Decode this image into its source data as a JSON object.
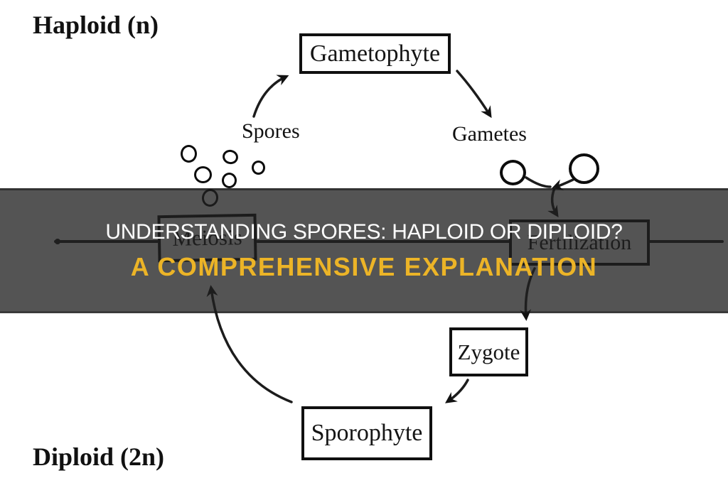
{
  "diagram": {
    "phase_labels": {
      "haploid": "Haploid (n)",
      "diploid": "Diploid (2n)"
    },
    "nodes": {
      "gametophyte": "Gametophyte",
      "meiosis": "Meiosis",
      "fertilization": "Fertilization",
      "zygote": "Zygote",
      "sporophyte": "Sporophyte"
    },
    "flow_labels": {
      "spores": "Spores",
      "gametes": "Gametes"
    },
    "spore_count": 6,
    "gamete_count": 2,
    "ink_color": "#111111"
  },
  "banner": {
    "title": "UNDERSTANDING SPORES: HAPLOID OR DIPLOID?",
    "subtitle": "A COMPREHENSIVE EXPLANATION",
    "title_color": "#ffffff",
    "subtitle_color": "#ecb427",
    "overlay_color": "#555555"
  }
}
